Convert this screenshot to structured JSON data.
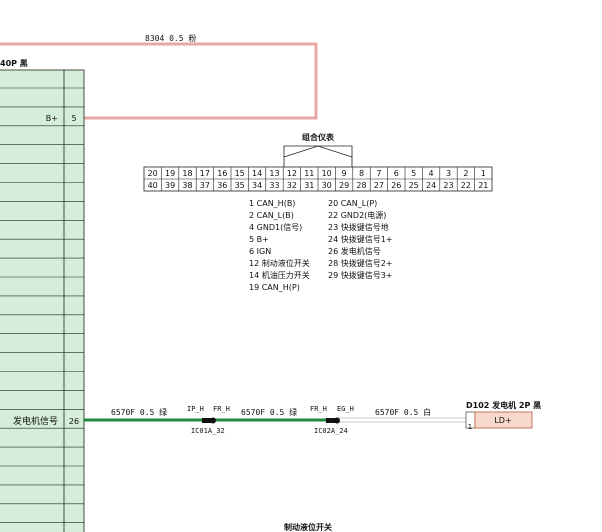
{
  "colors": {
    "pink_wire": "#e7a7a7",
    "green_wire": "#1d8a3c",
    "white_wire": "#b8b8b8",
    "left_connector_fill": "#d5eed9",
    "ld_fill": "#f7d9cc",
    "ld_stroke": "#c06a4d"
  },
  "top_wire": {
    "label": "8304 0.5 粉"
  },
  "left_connector": {
    "title": "40P 黑",
    "pin_bplus": {
      "label": "B+",
      "pin": "5"
    },
    "pin_gen": {
      "label": "发电机信号",
      "pin": "26"
    }
  },
  "cluster": {
    "title": "组合仪表",
    "top_row": [
      "20",
      "19",
      "18",
      "17",
      "16",
      "15",
      "14",
      "13",
      "12",
      "11",
      "10",
      "9",
      "8",
      "7",
      "6",
      "5",
      "4",
      "3",
      "2",
      "1"
    ],
    "bottom_row": [
      "40",
      "39",
      "38",
      "37",
      "36",
      "35",
      "34",
      "33",
      "32",
      "31",
      "30",
      "29",
      "28",
      "27",
      "26",
      "25",
      "24",
      "23",
      "22",
      "21"
    ],
    "legend_left": [
      "1 CAN_H(B)",
      "2 CAN_L(B)",
      "4 GND1(信号)",
      "5 B+",
      "6 IGN",
      "12 制动液位开关",
      "14 机油压力开关",
      "19 CAN_H(P)"
    ],
    "legend_right": [
      "20 CAN_L(P)",
      "22 GND2(电源)",
      "23 快拨键信号地",
      "24 快拨键信号1+",
      "26 发电机信号",
      "28 快拨键信号2+",
      "29 快拨键信号3+"
    ]
  },
  "signal_line": {
    "wire1_label": "6570F 0.5 绿",
    "splice1": {
      "left": "IP_H",
      "right": "FR_H",
      "id": "IC01A_32"
    },
    "wire2_label": "6570F 0.5 绿",
    "splice2": {
      "left": "FR_H",
      "right": "EG_H",
      "id": "IC02A_24"
    },
    "wire3_label": "6570F 0.5 白",
    "generator": {
      "title": "D102 发电机 2P 黑",
      "pin": "1",
      "terminal": "LD+"
    }
  },
  "bottom_caption": "制动液位开关"
}
